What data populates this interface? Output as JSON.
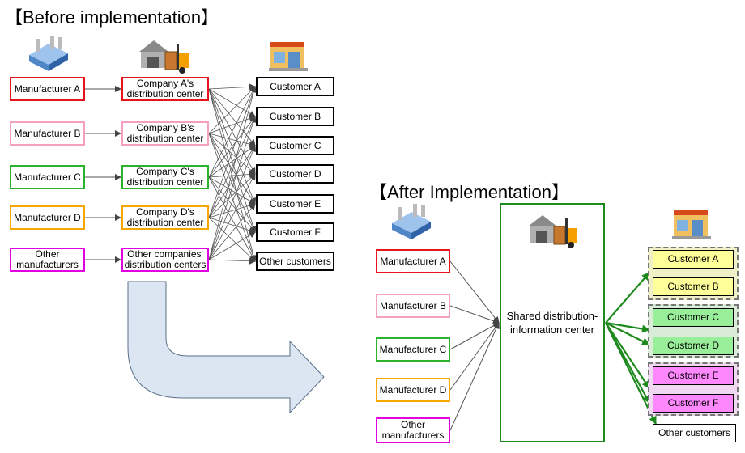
{
  "before": {
    "title": "【Before implementation】",
    "manufacturers": [
      {
        "label": "Manufacturer A",
        "color": "#e8141c"
      },
      {
        "label": "Manufacturer B",
        "color": "#f4a0c0"
      },
      {
        "label": "Manufacturer C",
        "color": "#2cb22c"
      },
      {
        "label": "Manufacturer D",
        "color": "#f7a800"
      },
      {
        "label": "Other\nmanufacturers",
        "color": "#e000e0"
      }
    ],
    "centers": [
      {
        "label": "Company A's\ndistribution center",
        "color": "#e8141c"
      },
      {
        "label": "Company B's\ndistribution center",
        "color": "#f4a0c0"
      },
      {
        "label": "Company C's\ndistribution center",
        "color": "#2cb22c"
      },
      {
        "label": "Company D's\ndistribution center",
        "color": "#f7a800"
      },
      {
        "label": "Other companies'\ndistribution centers",
        "color": "#e000e0"
      }
    ],
    "customers": [
      "Customer A",
      "Customer B",
      "Customer C",
      "Customer D",
      "Customer E",
      "Customer F",
      "Other customers"
    ]
  },
  "after": {
    "title": "【After Implementation】",
    "manufacturers": [
      {
        "label": "Manufacturer A",
        "color": "#e8141c"
      },
      {
        "label": "Manufacturer B",
        "color": "#f4a0c0"
      },
      {
        "label": "Manufacturer C",
        "color": "#2cb22c"
      },
      {
        "label": "Manufacturer D",
        "color": "#f7a800"
      },
      {
        "label": "Other\nmanufacturers",
        "color": "#e000e0"
      }
    ],
    "center": {
      "label": "Shared distribution-\ninformation center",
      "color": "#1e8a1e"
    },
    "customer_groups": [
      {
        "fill": "#ffff99",
        "customers": [
          "Customer A",
          "Customer B"
        ]
      },
      {
        "fill": "#99ee99",
        "customers": [
          "Customer C",
          "Customer D"
        ]
      },
      {
        "fill": "#ff88ff",
        "customers": [
          "Customer E",
          "Customer F"
        ]
      }
    ],
    "other_customers": "Other customers"
  },
  "colors": {
    "arrow_line": "#555555",
    "green_arrow": "#1e8a1e",
    "big_arrow_fill": "#dce6f2",
    "big_arrow_stroke": "#5b6f8a"
  }
}
